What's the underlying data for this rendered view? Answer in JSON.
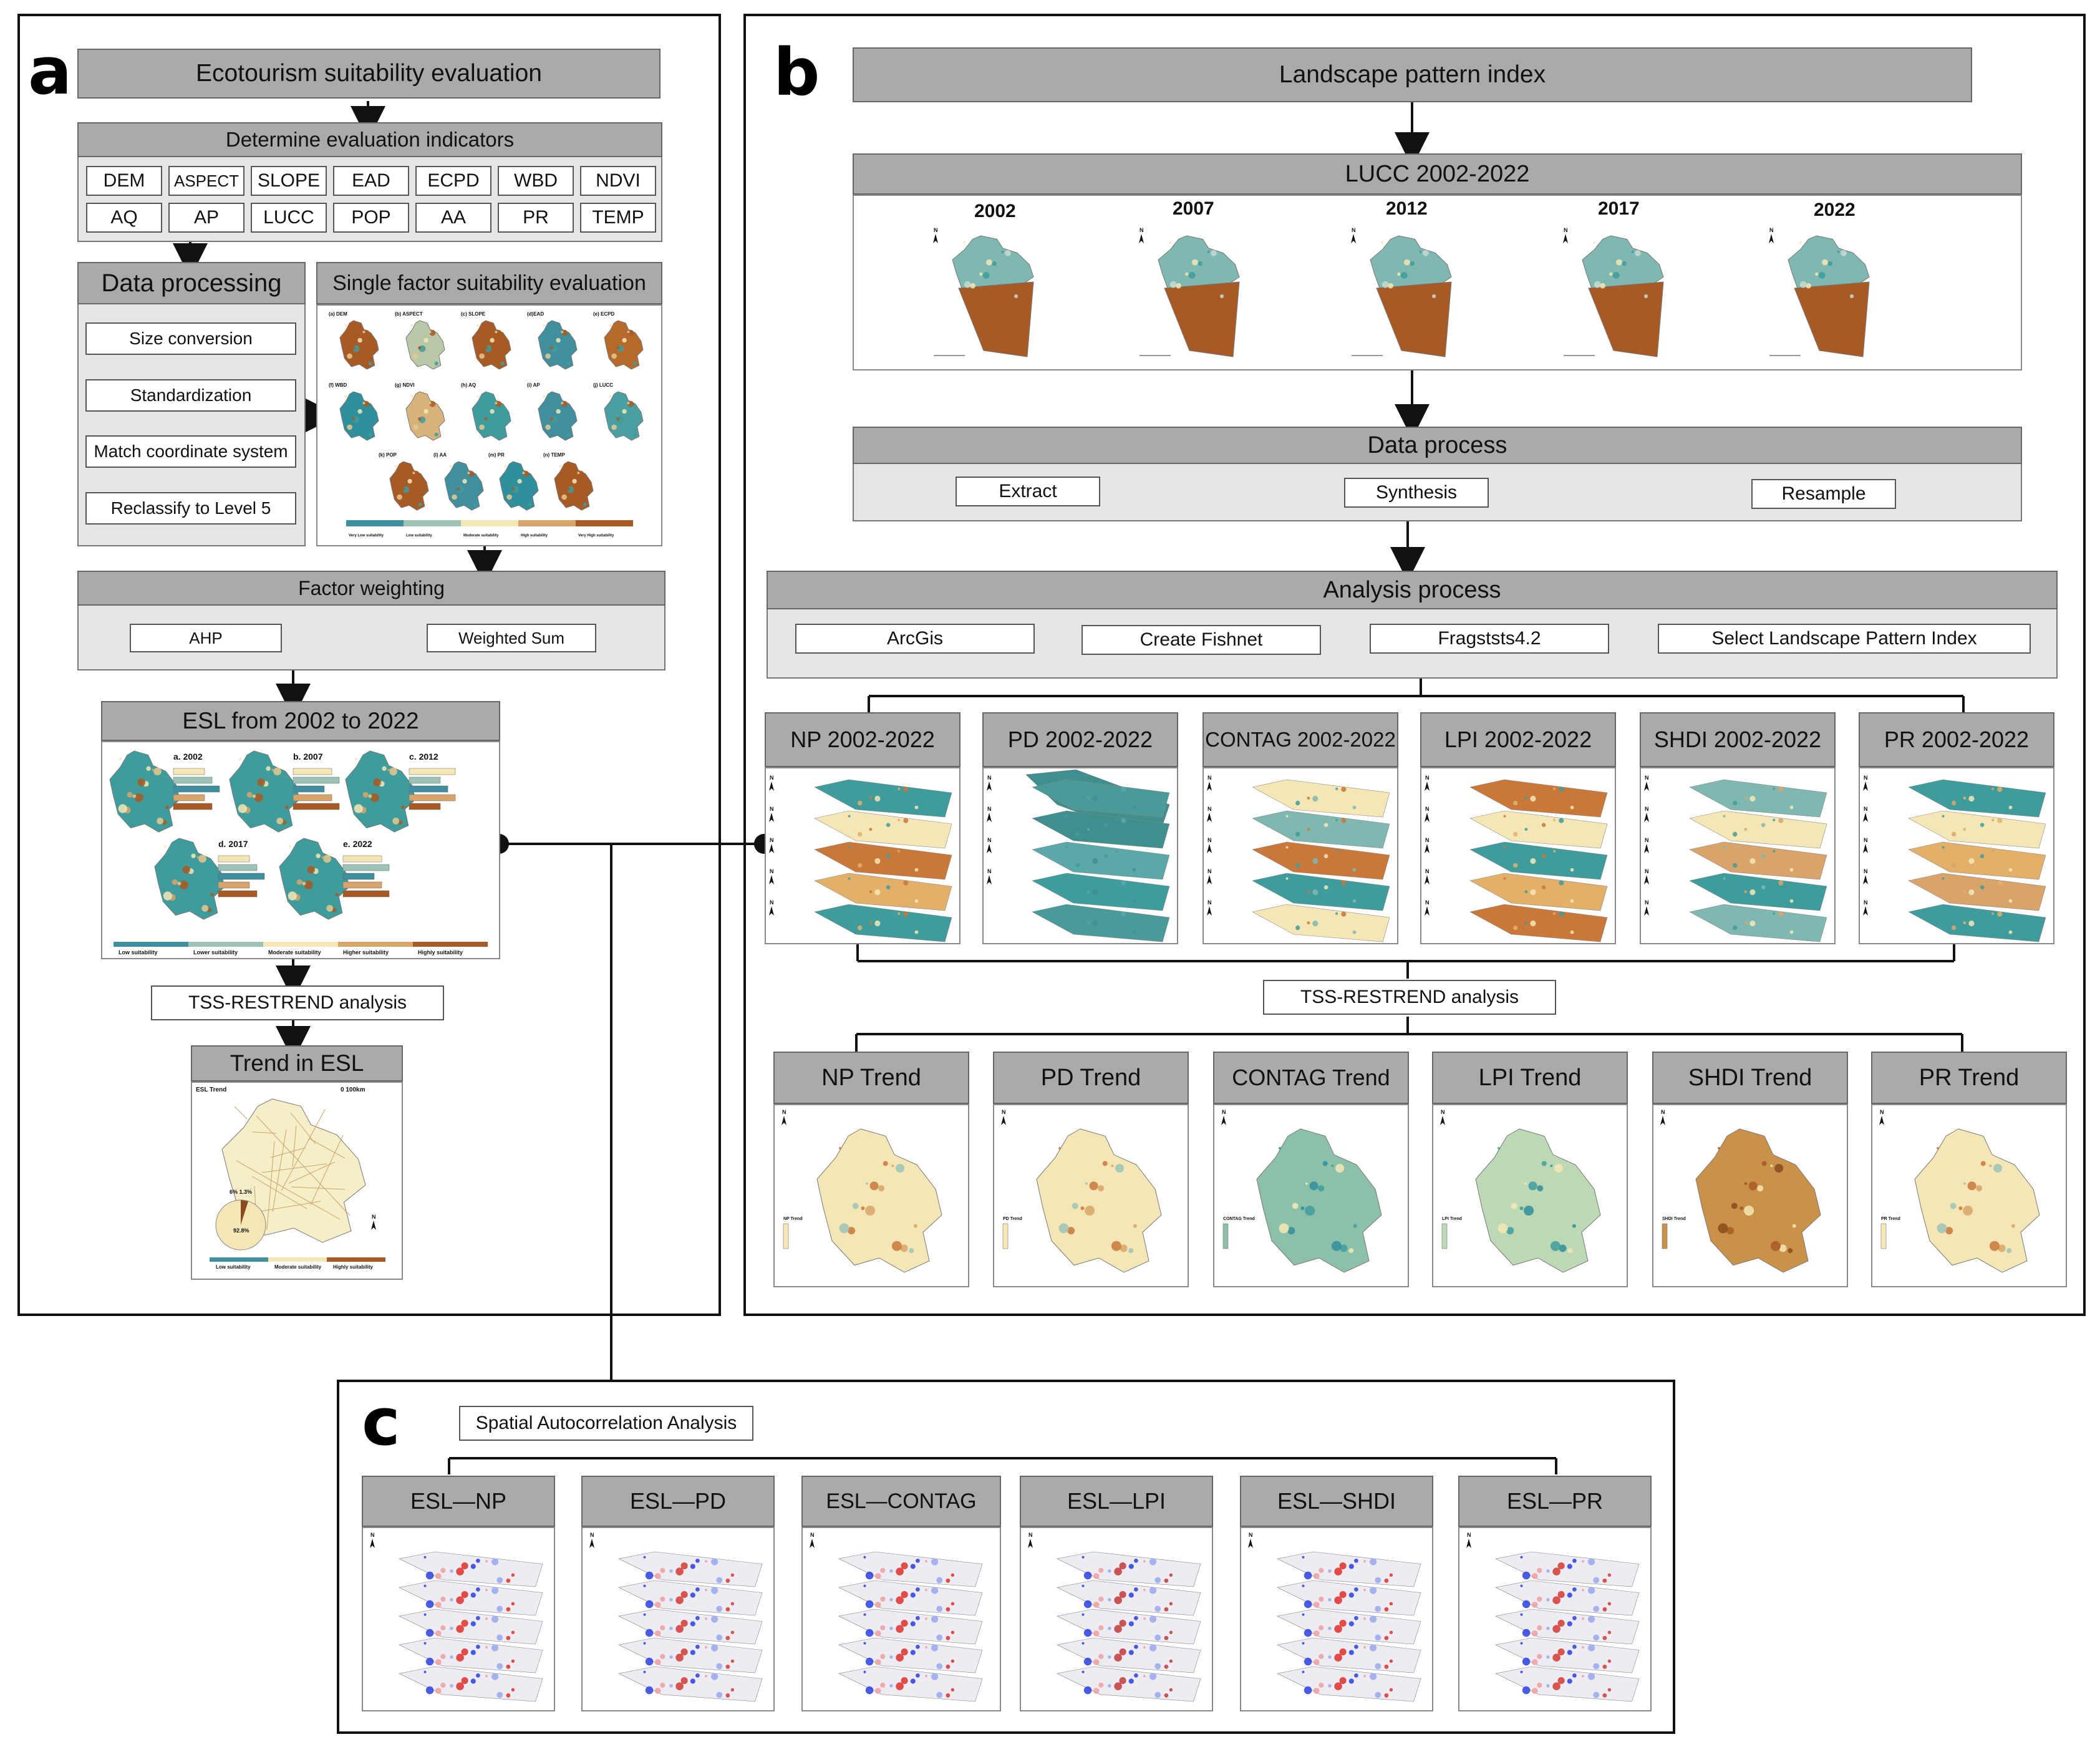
{
  "panels": {
    "a": "a",
    "b": "b",
    "c": "c"
  },
  "a": {
    "title": "Ecotourism suitability evaluation",
    "indicators_title": "Determine evaluation indicators",
    "indicators_row1": [
      "DEM",
      "ASPECT",
      "SLOPE",
      "EAD",
      "ECPD",
      "WBD",
      "NDVI"
    ],
    "indicators_row2": [
      "AQ",
      "AP",
      "LUCC",
      "POP",
      "AA",
      "PR",
      "TEMP"
    ],
    "data_processing": "Data processing",
    "processing_steps": [
      "Size conversion",
      "Standardization",
      "Match coordinate system",
      "Reclassify to Level 5"
    ],
    "single_factor": "Single factor suitability evaluation",
    "factor_maps": [
      "(a) DEM",
      "(b) ASPECT",
      "(c) SLOPE",
      "(d)EAD",
      "(e) ECPD",
      "(f) WBD",
      "(g) NDVI",
      "(h) AQ",
      "(i) AP",
      "(j) LUCC",
      "(k) POP",
      "(l) AA",
      "(m) PR",
      "(n) TEMP"
    ],
    "factor_legend": [
      "Very Low suitability",
      "Low suitability",
      "Moderate suitability",
      "High suitability",
      "Very High suitability"
    ],
    "factor_weighting": "Factor weighting",
    "weighting_methods": [
      "AHP",
      "Weighted Sum"
    ],
    "esl_title": "ESL from 2002 to 2022",
    "esl_maps": [
      "a. 2002",
      "b. 2007",
      "c. 2012",
      "d. 2017",
      "e. 2022"
    ],
    "esl_legend": [
      "Low suitability",
      "Lower suitability",
      "Moderate suitability",
      "Higher suitability",
      "Highly suitability"
    ],
    "tss": "TSS-RESTREND analysis",
    "trend_title": "Trend in ESL",
    "trend_map": {
      "label": "ESL Trend",
      "scale": "0    100km",
      "pie_small": "6%  1.3%",
      "pie_big": "92.8%",
      "legend": [
        "Low suitability",
        "Moderate suitability",
        "Highly suitability"
      ]
    }
  },
  "b": {
    "title": "Landscape pattern index",
    "lucc_title": "LUCC 2002-2022",
    "lucc_years": [
      "2002",
      "2007",
      "2012",
      "2017",
      "2022"
    ],
    "data_process": "Data process",
    "data_steps": [
      "Extract",
      "Synthesis",
      "Resample"
    ],
    "analysis_process": "Analysis process",
    "analysis_steps": [
      "ArcGis",
      "Create Fishnet",
      "Fragststs4.2",
      "Select Landscape Pattern Index"
    ],
    "index_series": [
      "NP 2002-2022",
      "PD 2002-2022",
      "CONTAG 2002-2022",
      "LPI 2002-2022",
      "SHDI 2002-2022",
      "PR 2002-2022"
    ],
    "tss": "TSS-RESTREND analysis",
    "trends": [
      "NP Trend",
      "PD Trend",
      "CONTAG Trend",
      "LPI Trend",
      "SHDI Trend",
      "PR Trend"
    ],
    "trend_legends": [
      "NP Trend",
      "PD Trend",
      "CONTAG Trend",
      "LPI Trend",
      "SHDI Trend",
      "PR Trend"
    ]
  },
  "c": {
    "title": "Spatial Autocorrelation Analysis",
    "pairs": [
      "ESL—NP",
      "ESL—PD",
      "ESL—CONTAG",
      "ESL—LPI",
      "ESL—SHDI",
      "ESL—PR"
    ]
  },
  "colors": {
    "header_gray": "#aaaaaa",
    "zone_gray": "#e6e6e6",
    "teal": "#3f9c9c",
    "brown": "#a85a24",
    "cream": "#f4e7b5",
    "red": "#e0302a",
    "blue": "#2a3fe0"
  }
}
